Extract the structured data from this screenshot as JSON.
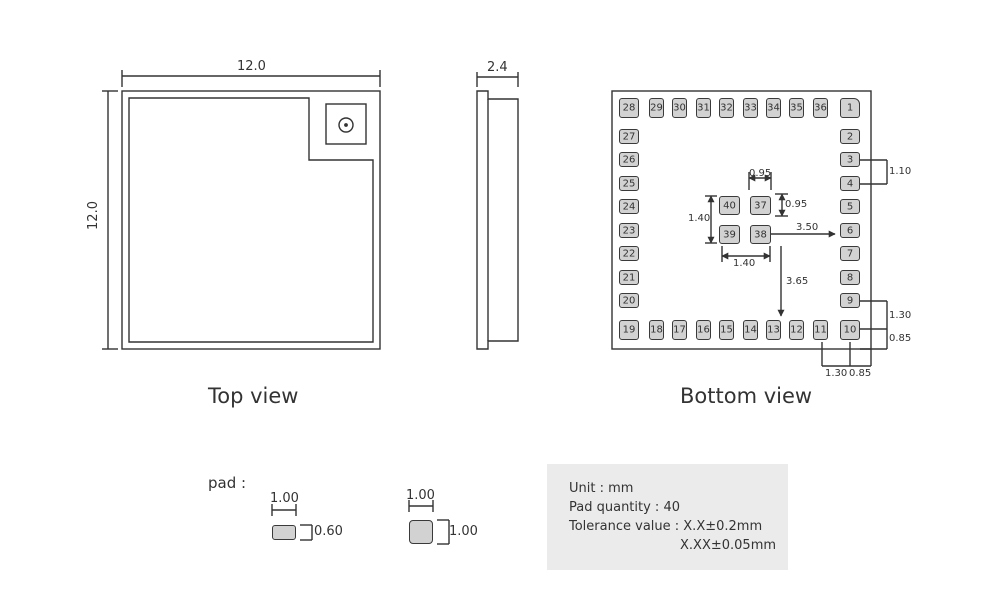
{
  "top_view": {
    "width_label": "12.0",
    "height_label": "12.0",
    "title": "Top view"
  },
  "side_view": {
    "thickness_label": "2.4"
  },
  "bottom_view": {
    "title": "Bottom view",
    "pins_top": [
      "28",
      "29",
      "30",
      "31",
      "32",
      "33",
      "34",
      "35",
      "36",
      "1"
    ],
    "pins_left": [
      "27",
      "26",
      "25",
      "24",
      "23",
      "22",
      "21",
      "20"
    ],
    "pins_right": [
      "2",
      "3",
      "4",
      "5",
      "6",
      "7",
      "8",
      "9"
    ],
    "pins_bottom": [
      "19",
      "18",
      "17",
      "16",
      "15",
      "14",
      "13",
      "12",
      "11",
      "10"
    ],
    "center_pins": [
      "40",
      "37",
      "39",
      "38"
    ],
    "dims": {
      "center_pitch_x": "0.95",
      "center_pitch_y": "0.95",
      "center_span_y": "1.40",
      "center_span_x": "1.40",
      "to_right_edge": "3.50",
      "to_bottom_edge": "3.65",
      "side_pitch": "1.10",
      "corner_pitch_y": "1.30",
      "corner_offset_y": "0.85",
      "corner_pitch_x": "1.30",
      "corner_offset_x": "0.85"
    }
  },
  "pad_legend": {
    "title": "pad :",
    "rect_width": "1.00",
    "rect_height": "0.60",
    "square_width": "1.00",
    "square_height": "1.00"
  },
  "notes": {
    "unit": "Unit : mm",
    "quantity": "Pad quantity : 40",
    "tolerance_1": "Tolerance value : X.X±0.2mm",
    "tolerance_2": "X.XX±0.05mm"
  }
}
